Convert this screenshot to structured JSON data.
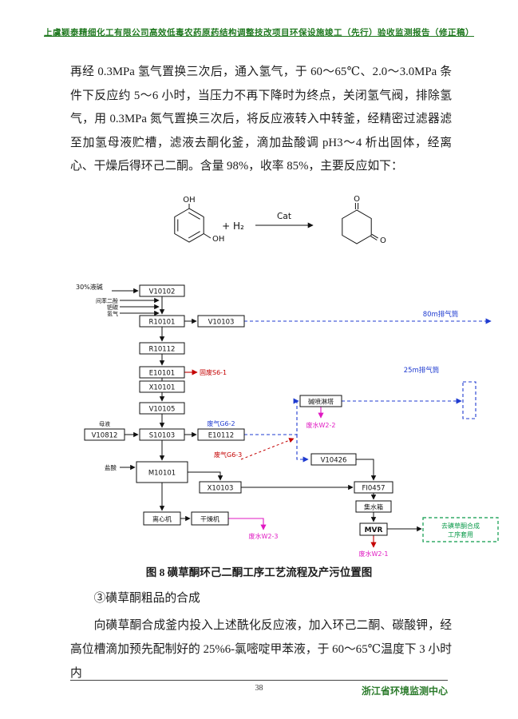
{
  "page": {
    "header": "上虞颖泰精细化工有限公司高效低毒农药原药结构调整技改项目环保设施竣工（先行）验收监测报告（修正稿）",
    "footer_page": "38",
    "footer_org": "浙江省环境监测中心"
  },
  "body": {
    "para1": "再经 0.3MPa 氢气置换三次后，通入氢气，于 60～65℃、2.0～3.0MPa 条件下反应约 5～6 小时，当压力不再下降时为终点，关闭氢气阀，排除氢气，用 0.3MPa 氮气置换三次后，将反应液转入中转釜，经精密过滤器滤至加氢母液贮槽，滤液去酮化釜，滴加盐酸调 pH3～4 析出固体，经离心、干燥后得环己二酮。含量 98%，收率 85%，主要反应如下：",
    "caption": "图 8  磺草酮环己二酮工序工艺流程及产污位置图",
    "heading2": "③磺草酮粗品的合成",
    "para2": "向磺草酮合成釜内投入上述酰化反应液，加入环己二酮、碳酸钾，经高位槽滴加预先配制好的 25%6-氯嘧啶甲苯液，于 60～65℃温度下 3 小时内"
  },
  "chem": {
    "oh1": "OH",
    "oh2": "OH",
    "plus_h2": "+ H₂",
    "cat": "Cat",
    "o1": "O",
    "o2": "O"
  },
  "flow": {
    "feed_top": "30%液碱",
    "feed1": "间苯二酚",
    "feed2": "钯碳",
    "feed3": "氢气",
    "feed_mother": "母液",
    "feed_acid": "盐酸",
    "b_v10102": "V10102",
    "b_r10101": "R10101",
    "b_v10103": "V10103",
    "b_r10112": "R10112",
    "b_e10101": "E10101",
    "b_x10101": "X10101",
    "b_v10105": "V10105",
    "b_v10812": "V10812",
    "b_s10103": "S10103",
    "b_e10112": "E10112",
    "b_scrubber": "碱喷淋塔",
    "b_m10101": "M10101",
    "b_x10103": "X10103",
    "b_v10426": "V10426",
    "b_fi0457": "FI0457",
    "b_tank": "集水箱",
    "b_mvr": "MVR",
    "b_centrifuge": "离心机",
    "b_dryer": "干燥机",
    "stack80": "80m排气筒",
    "stack25": "25m排气筒",
    "gas2": "废气G6-2",
    "gas3": "废气G6-3",
    "solid1": "固废S6-1",
    "water1": "废水W2-1",
    "water2": "废水W2-2",
    "water3": "废水W2-3",
    "green1": "去磺草酮合成",
    "green2": "工序套用"
  },
  "colors": {
    "header_green": "#227a22",
    "flow_blue": "#1f3bd0",
    "flow_red": "#c40000",
    "flow_magenta": "#e019c2",
    "flow_green": "#0a9a4a"
  }
}
